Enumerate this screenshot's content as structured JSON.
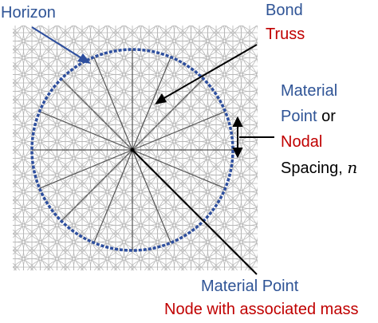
{
  "colors": {
    "blue": "#2f5496",
    "red": "#c00000",
    "horizon": "#2e4f9e",
    "grid": "#b7b7b7",
    "bond": "#555555"
  },
  "labels": {
    "horizon": "Horizon",
    "bond": "Bond",
    "truss": "Truss",
    "material_point": "Material",
    "point_or_a": "Point",
    "point_or_b": "or",
    "nodal": "Nodal",
    "spacing": "Spacing,",
    "n": "n",
    "material_point_bottom": "Material Point",
    "node_mass": "Node with associated mass"
  }
}
